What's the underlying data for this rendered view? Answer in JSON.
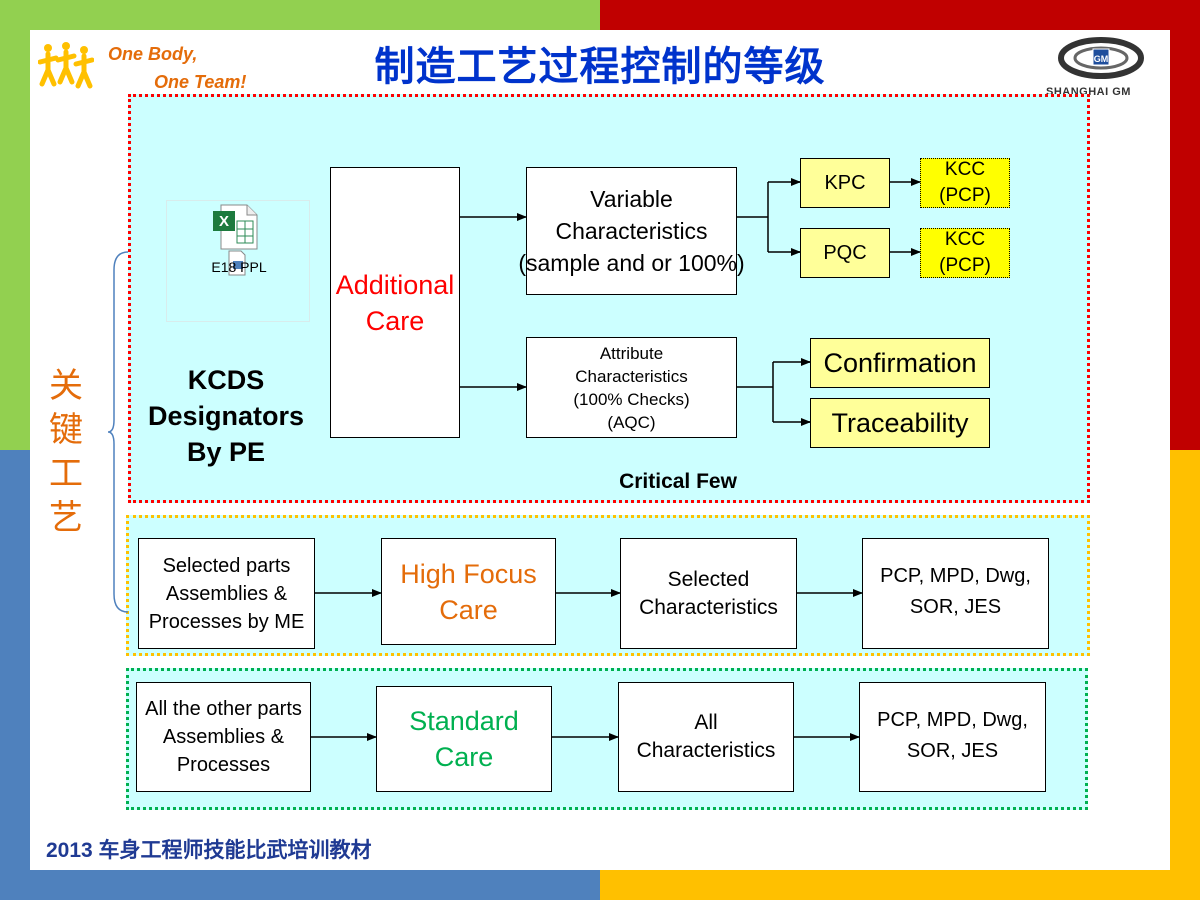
{
  "header": {
    "slogan_line1": "One Body,",
    "slogan_line2": "One Team!",
    "title": "制造工艺过程控制的等级",
    "logo_text": "SHANGHAI GM",
    "logo_badge": "GM"
  },
  "footer": {
    "text": "2013 车身工程师技能比武培训教材"
  },
  "side_label": [
    "关",
    "键",
    "工",
    "艺"
  ],
  "critical": {
    "embedded_file_label": "E18 PPL",
    "kcds_lines": [
      "KCDS",
      "Designators",
      "By PE"
    ],
    "additional_care": [
      "Additional",
      "Care"
    ],
    "variable": [
      "Variable",
      "Characteristics",
      "(sample and or 100%)"
    ],
    "kpc": "KPC",
    "pqc": "PQC",
    "kcc1": [
      "KCC",
      "(PCP)"
    ],
    "kcc2": [
      "KCC",
      "(PCP)"
    ],
    "attribute": [
      "Attribute",
      "Characteristics",
      "(100% Checks)",
      "(AQC)"
    ],
    "confirmation": "Confirmation",
    "traceability": "Traceability",
    "critical_few": "Critical Few"
  },
  "high_focus": {
    "selected_parts": [
      "Selected parts",
      "Assemblies &",
      "Processes by ME"
    ],
    "care": [
      "High Focus",
      "Care"
    ],
    "selected_chars": [
      "Selected",
      "Characteristics"
    ],
    "docs": [
      "PCP, MPD, Dwg,",
      "SOR, JES"
    ]
  },
  "standard": {
    "other_parts": [
      "All the other parts",
      "Assemblies &",
      "Processes"
    ],
    "care": [
      "Standard",
      "Care"
    ],
    "all_chars": [
      "All",
      "Characteristics"
    ],
    "docs": [
      "PCP, MPD, Dwg,",
      "SOR, JES"
    ]
  },
  "colors": {
    "green": "#92d050",
    "red": "#c00000",
    "blue": "#4f81bd",
    "yellow": "#ffc000",
    "region_bg": "#ccffff",
    "title_blue": "#0033cc",
    "orange": "#e46c0a",
    "care_red": "#ff0000",
    "care_green": "#00b050"
  }
}
